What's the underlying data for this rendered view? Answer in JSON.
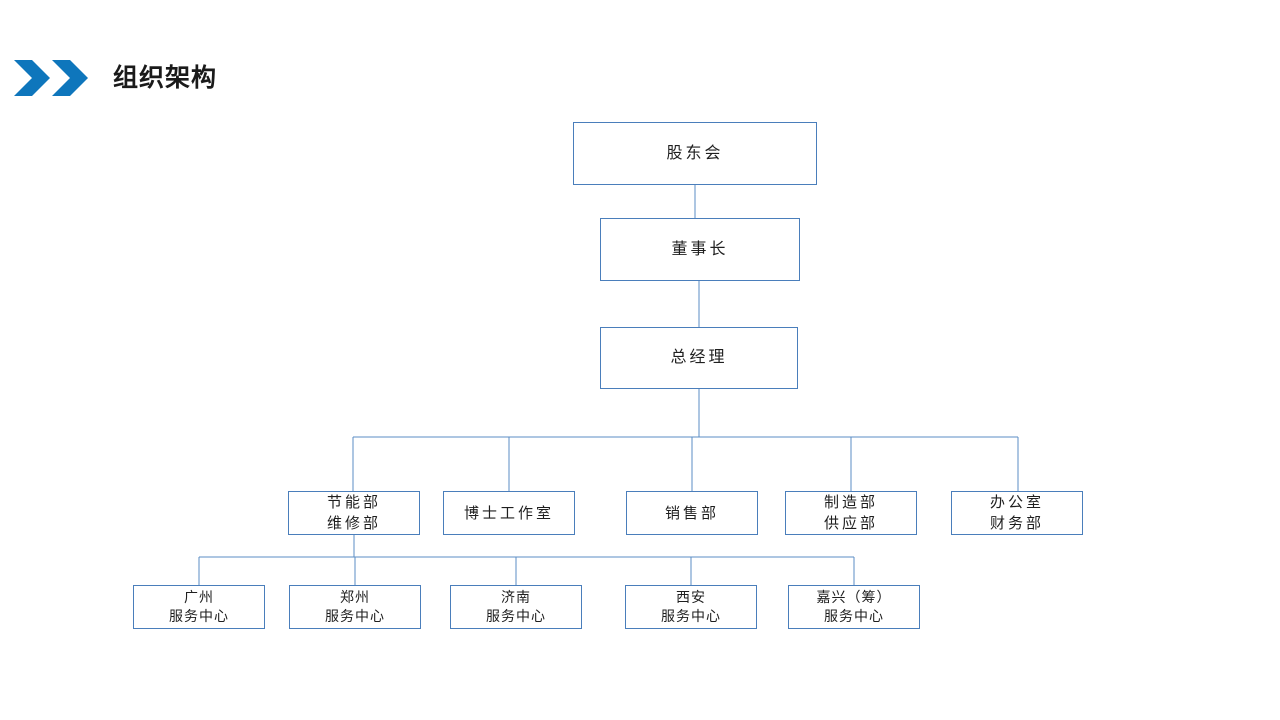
{
  "header": {
    "title": "组织架构",
    "chevron_icon": "double-chevron-right-icon",
    "chevron_color": "#0e76bc"
  },
  "theme": {
    "box_border_color": "#4a7ebb",
    "connector_color": "#5b8ec4",
    "box_fill": "#ffffff",
    "text_color": "#1f1f1f",
    "page_background": "#ffffff"
  },
  "chart": {
    "type": "org-chart",
    "levels": [
      {
        "level": 1,
        "nodes": [
          {
            "id": "shareholders",
            "lines": [
              "股东会"
            ]
          }
        ]
      },
      {
        "level": 2,
        "nodes": [
          {
            "id": "chairman",
            "lines": [
              "董事长"
            ]
          }
        ]
      },
      {
        "level": 3,
        "nodes": [
          {
            "id": "gm",
            "lines": [
              "总经理"
            ]
          }
        ]
      },
      {
        "level": 4,
        "nodes": [
          {
            "id": "dept-0",
            "lines": [
              "节能部",
              "维修部"
            ]
          },
          {
            "id": "dept-1",
            "lines": [
              "博士工作室"
            ]
          },
          {
            "id": "dept-2",
            "lines": [
              "销售部"
            ]
          },
          {
            "id": "dept-3",
            "lines": [
              "制造部",
              "供应部"
            ]
          },
          {
            "id": "dept-4",
            "lines": [
              "办公室",
              "财务部"
            ]
          }
        ]
      },
      {
        "level": 5,
        "nodes": [
          {
            "id": "svc-0",
            "lines": [
              "广州",
              "服务中心"
            ]
          },
          {
            "id": "svc-1",
            "lines": [
              "郑州",
              "服务中心"
            ]
          },
          {
            "id": "svc-2",
            "lines": [
              "济南",
              "服务中心"
            ]
          },
          {
            "id": "svc-3",
            "lines": [
              "西安",
              "服务中心"
            ]
          },
          {
            "id": "svc-4",
            "lines": [
              "嘉兴（筹）",
              "服务中心"
            ]
          }
        ]
      }
    ],
    "nodes": {
      "shareholders": {
        "line1": "股东会"
      },
      "chairman": {
        "line1": "董事长"
      },
      "gm": {
        "line1": "总经理"
      },
      "dept_0": {
        "line1": "节能部",
        "line2": "维修部"
      },
      "dept_1": {
        "line1": "博士工作室"
      },
      "dept_2": {
        "line1": "销售部"
      },
      "dept_3": {
        "line1": "制造部",
        "line2": "供应部"
      },
      "dept_4": {
        "line1": "办公室",
        "line2": "财务部"
      },
      "svc_0": {
        "line1": "广州",
        "line2": "服务中心"
      },
      "svc_1": {
        "line1": "郑州",
        "line2": "服务中心"
      },
      "svc_2": {
        "line1": "济南",
        "line2": "服务中心"
      },
      "svc_3": {
        "line1": "西安",
        "line2": "服务中心"
      },
      "svc_4": {
        "line1": "嘉兴（筹）",
        "line2": "服务中心"
      }
    },
    "edges": [
      {
        "from": "shareholders",
        "to": "chairman"
      },
      {
        "from": "chairman",
        "to": "gm"
      },
      {
        "from": "gm",
        "to": "dept-0"
      },
      {
        "from": "gm",
        "to": "dept-1"
      },
      {
        "from": "gm",
        "to": "dept-2"
      },
      {
        "from": "gm",
        "to": "dept-3"
      },
      {
        "from": "gm",
        "to": "dept-4"
      },
      {
        "from": "dept-0",
        "to": "svc-0"
      },
      {
        "from": "dept-0",
        "to": "svc-1"
      },
      {
        "from": "dept-0",
        "to": "svc-2"
      },
      {
        "from": "dept-0",
        "to": "svc-3"
      },
      {
        "from": "dept-0",
        "to": "svc-4"
      }
    ]
  }
}
